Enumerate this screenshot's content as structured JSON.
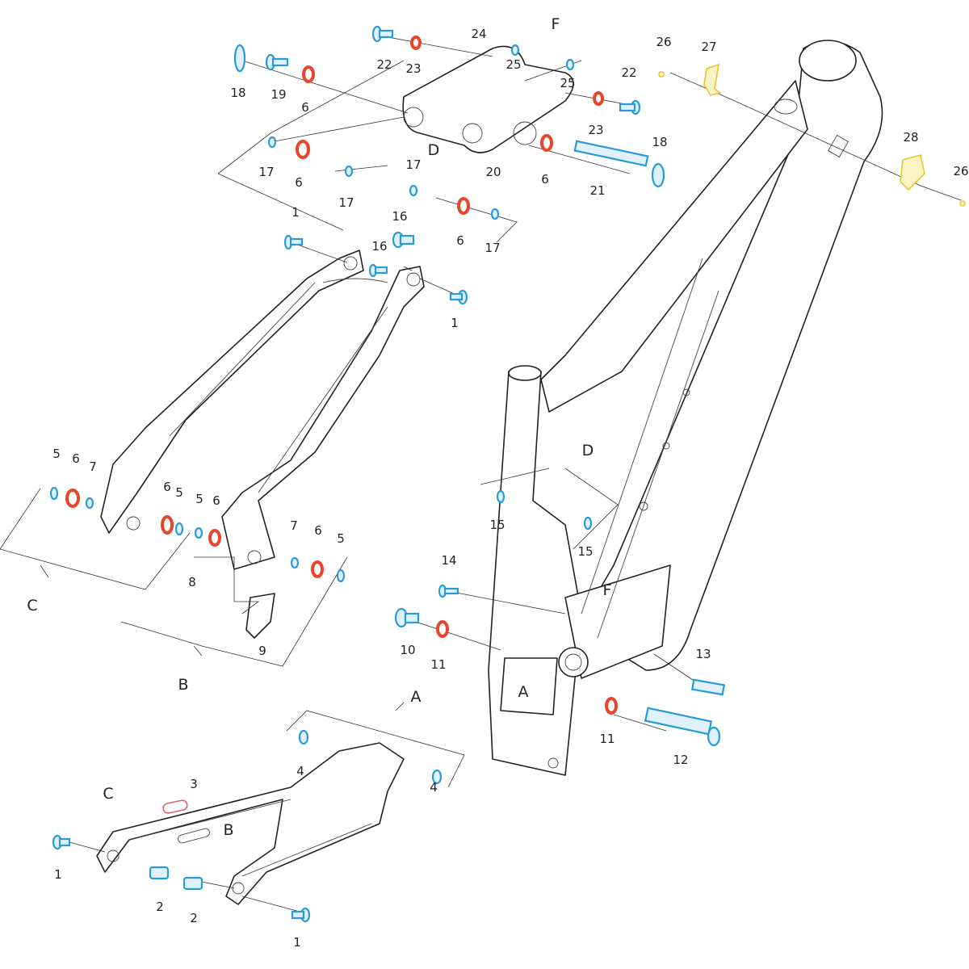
{
  "diagram": {
    "title": "Frame exploded view",
    "colors": {
      "washer_blue": "#2a9ad8",
      "bearing_red": "#e8452a",
      "guide_yellow": "#e8c530",
      "cover_pink": "#e0607a"
    },
    "callouts": [
      "18",
      "19",
      "6",
      "22",
      "23",
      "24",
      "25",
      "F",
      "25",
      "22",
      "23",
      "26",
      "27",
      "28",
      "26",
      "17",
      "6",
      "17",
      "17",
      "D",
      "20",
      "6",
      "21",
      "18",
      "1",
      "16",
      "16",
      "6",
      "17",
      "1",
      "D",
      "15",
      "15",
      "14",
      "F",
      "10",
      "11",
      "13",
      "A",
      "11",
      "12",
      "5",
      "6",
      "7",
      "6",
      "5",
      "5",
      "6",
      "7",
      "6",
      "5",
      "8",
      "9",
      "C",
      "B",
      "A",
      "4",
      "4",
      "3",
      "C",
      "B",
      "1",
      "2",
      "2",
      "1"
    ]
  }
}
